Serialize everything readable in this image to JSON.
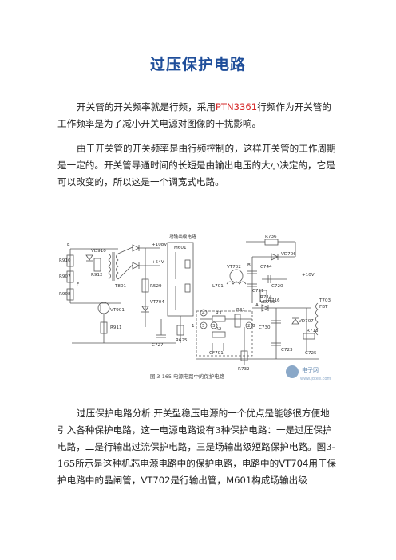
{
  "document": {
    "title": "过压保护电路",
    "p1": {
      "before": "开关管的开关频率就是行频，采用",
      "highlight": "PTN3361",
      "after": "行频作为开关管的工作频率是为了减小开关电源对图像的干扰影响。"
    },
    "p2": "由于开关管的开关频率是由行频控制的，这样开关管的工作周期是一定的。开关管导通时间的长短是由输出电压的大小决定的，它是可以改变的，所以这是一个调宽式电路。",
    "p3": {
      "t1": "过压保护电路分析.开关型稳压电源的一个优点是能够很方便地引入各种保护电路，这一电源电路设有3种保护电路：一是过压保护电路，二是行输出过流保护电路，三是场输出级短路保护电路。图3-165所示是这种机芯电源电路中的保护电路，电路中的",
      "vt704": "VT704",
      "t2": "用于保护电路中的晶闸管，",
      "vt702": "VT702",
      "t3": "是行输出管，",
      "m601": "M601",
      "t4": "构成场输出级"
    }
  },
  "figure": {
    "caption": "图 3-165    电源电路中的保护电路",
    "watermark_cn": "电子网",
    "watermark_url": "www.jdtee.com",
    "labels": {
      "field_output": "场输出级电路",
      "m601": "M601",
      "plus108": "+108V",
      "plus54": "+54V",
      "plus10": "+10V",
      "e": "E",
      "f": "F",
      "r910": "R910",
      "r907": "R907",
      "r908": "R908",
      "r912": "R912",
      "vd910": "VD910",
      "t801": "T801",
      "vt901": "VT901",
      "r911": "R911",
      "r529": "R529",
      "vt704": "VT704",
      "c727": "C727",
      "r625": "R625",
      "r3": "R3",
      "r2": "R2",
      "r31": "R31",
      "cf701": "CF701",
      "vt702": "VT702",
      "l701": "L701",
      "r714": "R714",
      "r732": "R732",
      "r736": "R736",
      "vd706": "VD706",
      "c744": "C744",
      "c721": "C721",
      "c720": "C720",
      "r716": "R716",
      "vd705": "VD705",
      "c730": "C730",
      "c723": "C723",
      "vd707": "VD707",
      "c725": "C725",
      "r713": "R713",
      "t703": "T703",
      "fbt": "FBT",
      "b": "B",
      "a": "A",
      "n1": "1",
      "n2": "2",
      "n3": "3",
      "n4": "4",
      "n5": "5",
      "n8": "8"
    }
  }
}
